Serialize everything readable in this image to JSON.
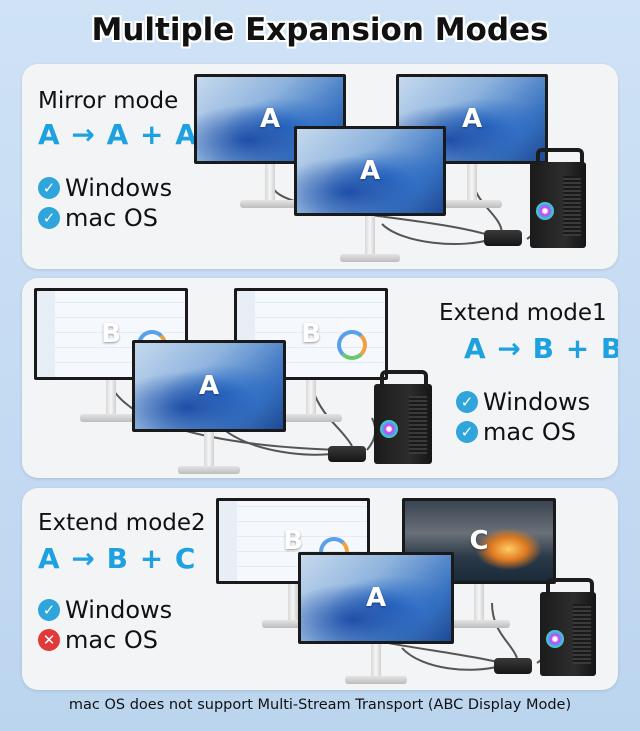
{
  "title": "Multiple Expansion Modes",
  "modes": [
    {
      "name": "Mirror mode",
      "formula": "A → A + A",
      "os": [
        {
          "label": "Windows",
          "supported": true
        },
        {
          "label": "mac OS",
          "supported": true
        }
      ],
      "screens": [
        "A",
        "A",
        "A"
      ]
    },
    {
      "name": "Extend mode1",
      "formula": "A → B + B",
      "os": [
        {
          "label": "Windows",
          "supported": true
        },
        {
          "label": "mac OS",
          "supported": true
        }
      ],
      "screens": [
        "B",
        "B",
        "A"
      ]
    },
    {
      "name": "Extend mode2",
      "formula": "A → B + C",
      "os": [
        {
          "label": "Windows",
          "supported": true
        },
        {
          "label": "mac OS",
          "supported": false
        }
      ],
      "screens": [
        "B",
        "C",
        "A"
      ]
    }
  ],
  "footer": "mac OS does not support Multi-Stream Transport (ABC Display Mode)",
  "colors": {
    "accent": "#1ea1e0",
    "check": "#2fa5dc",
    "cross": "#e23a3a"
  },
  "icons": {
    "supported": "check-circle-icon",
    "unsupported": "cross-circle-icon"
  }
}
